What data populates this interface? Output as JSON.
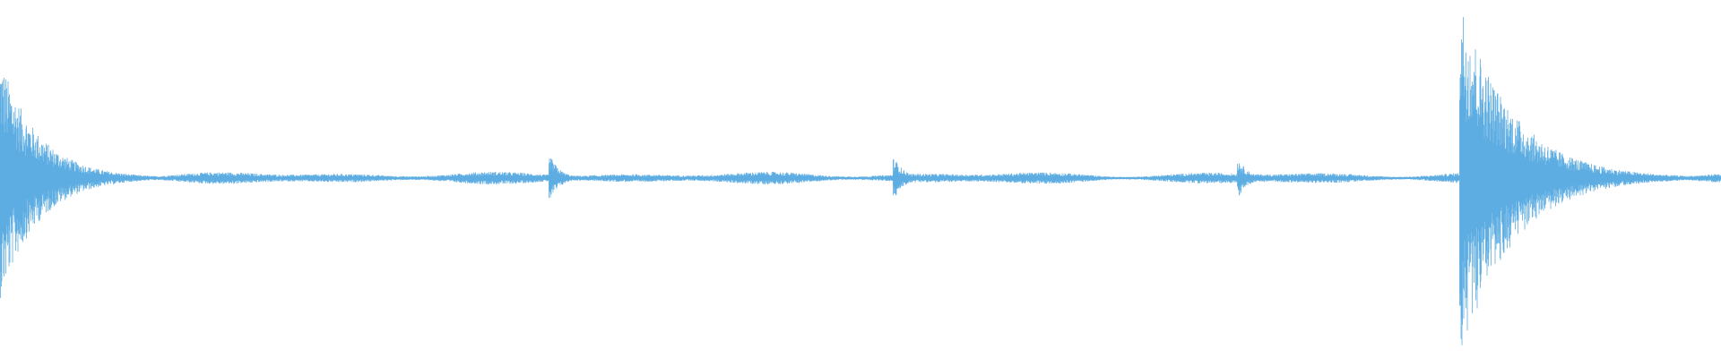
{
  "waveform": {
    "color": "#5dade2",
    "background": "#ffffff",
    "base_amplitude": 0.018,
    "events": [
      {
        "position": 0.0,
        "peak": 0.34,
        "decay": 0.022
      },
      {
        "position": 0.32,
        "peak": 0.06,
        "decay": 0.006
      },
      {
        "position": 0.52,
        "peak": 0.055,
        "decay": 0.006
      },
      {
        "position": 0.72,
        "peak": 0.05,
        "decay": 0.006
      },
      {
        "position": 0.849,
        "peak": 0.5,
        "decay": 0.03
      }
    ]
  }
}
